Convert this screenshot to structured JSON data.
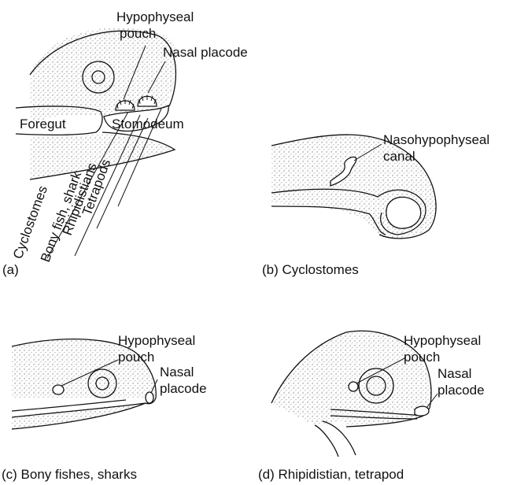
{
  "panels": {
    "a": {
      "caption": "(a)",
      "labels": {
        "hypophyseal_pouch": [
          "Hypophyseal",
          "pouch"
        ],
        "nasal_placode": "Nasal placode",
        "foregut": "Foregut",
        "stomodeum": "Stomodeum"
      },
      "groups": [
        "Cyclostomes",
        "Bony fish, shark",
        "Rhipidistians",
        "Tetrapods"
      ]
    },
    "b": {
      "caption": "(b) Cyclostomes",
      "labels": {
        "nasohypophyseal_canal": [
          "Nasohypophyseal",
          "canal"
        ]
      }
    },
    "c": {
      "caption": "(c) Bony fishes, sharks",
      "labels": {
        "hypophyseal_pouch": [
          "Hypophyseal",
          "pouch"
        ],
        "nasal_placode": [
          "Nasal",
          "placode"
        ]
      }
    },
    "d": {
      "caption": "(d) Rhipidistian, tetrapod",
      "labels": {
        "hypophyseal_pouch": [
          "Hypophyseal",
          "pouch"
        ],
        "nasal_placode": [
          "Nasal",
          "placode"
        ]
      }
    }
  }
}
